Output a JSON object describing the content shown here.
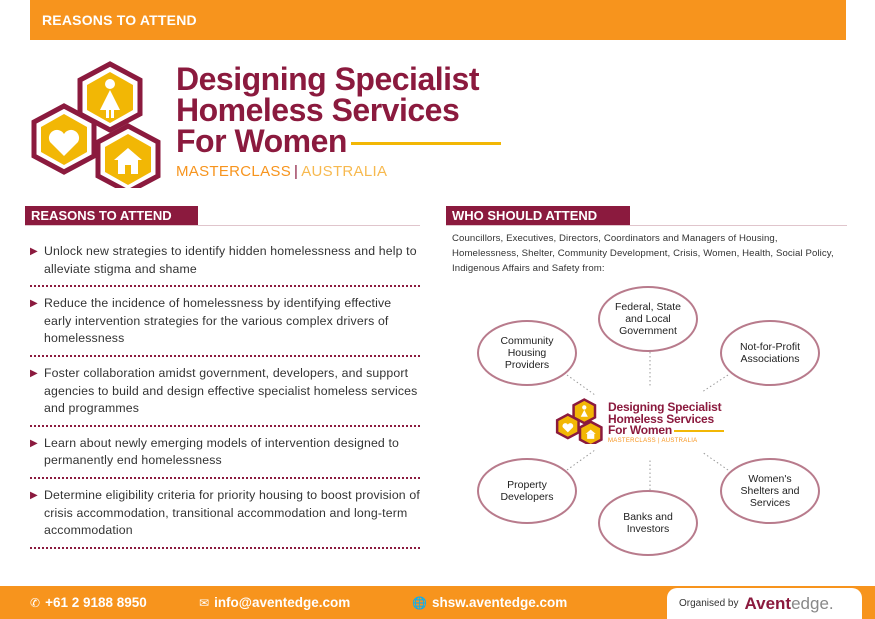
{
  "banner": {
    "label": "REASONS TO ATTEND"
  },
  "header": {
    "title_lines": [
      "Designing Specialist",
      "Homeless Services",
      "For Women"
    ],
    "subtitle_main": "MASTERCLASS",
    "subtitle_sep": "|",
    "subtitle_region": "AUSTRALIA"
  },
  "reasons": {
    "heading": "REASONS TO ATTEND",
    "items": [
      "Unlock new strategies to identify hidden homelessness and help to alleviate stigma and shame",
      "Reduce the incidence of homelessness by identifying effective early intervention strategies for the various complex drivers of homelessness",
      "Foster collaboration amidst government, developers, and support agencies to build and design effective specialist homeless services and programmes",
      "Learn about newly emerging models of intervention designed to permanently end homelessness",
      "Determine eligibility criteria for priority housing to boost provision of crisis accommodation, transitional accommodation and long-term accommodation"
    ]
  },
  "who": {
    "heading": "WHO SHOULD ATTEND",
    "intro": "Councillors, Executives, Directors, Coordinators and Managers of Housing, Homelessness, Shelter, Community Development, Crisis, Women, Health, Social Policy, Indigenous Affairs and Safety from:",
    "nodes": {
      "federal": "Federal, State\nand Local\nGovernment",
      "community": "Community\nHousing\nProviders",
      "nfp": "Not-for-Profit\nAssociations",
      "property": "Property\nDevelopers",
      "banks": "Banks and\nInvestors",
      "shelters": "Women's\nShelters and\nServices"
    },
    "center": {
      "title_lines": [
        "Designing Specialist",
        "Homeless Services",
        "For Women"
      ],
      "subtitle": "MASTERCLASS | AUSTRALIA"
    }
  },
  "footer": {
    "phone": "+61 2 9188 8950",
    "email": "info@aventedge.com",
    "website": "shsw.aventedge.com",
    "organised_by": "Organised by",
    "brand_a": "Avent",
    "brand_b": "edge."
  },
  "colors": {
    "orange": "#f7941d",
    "maroon": "#8b1a3e",
    "gold": "#f2b705"
  }
}
